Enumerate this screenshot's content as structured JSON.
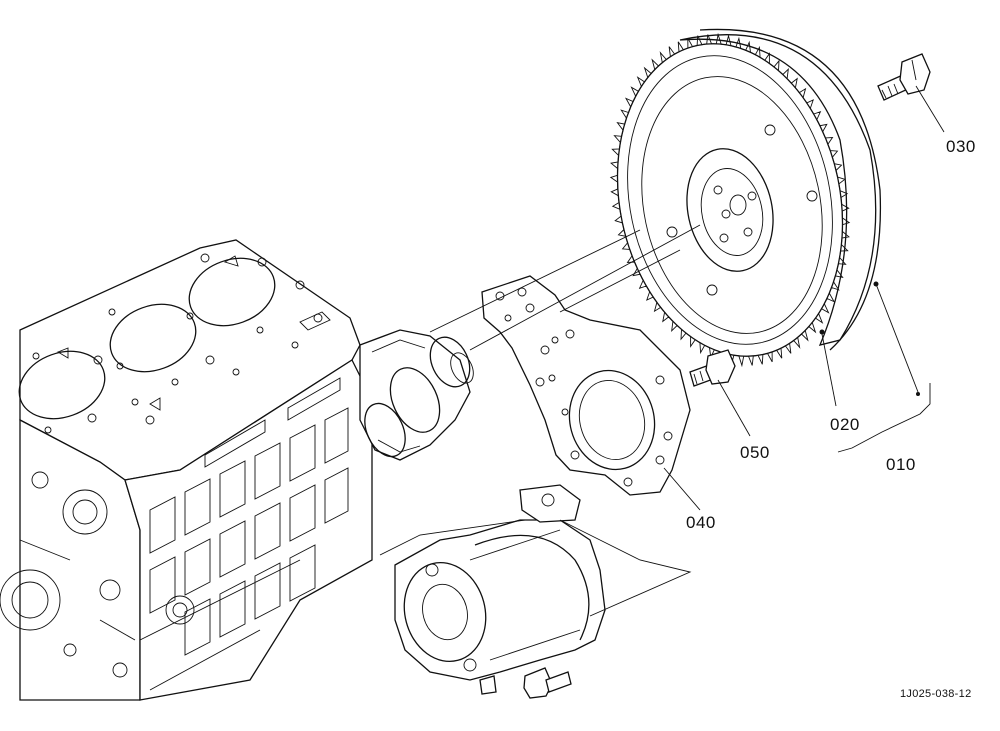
{
  "callouts": [
    {
      "id": "010",
      "label": "010",
      "part": "flywheel-assembly"
    },
    {
      "id": "020",
      "label": "020",
      "part": "ring-gear"
    },
    {
      "id": "030",
      "label": "030",
      "part": "flywheel-bolt"
    },
    {
      "id": "040",
      "label": "040",
      "part": "adapter-plate"
    },
    {
      "id": "050",
      "label": "050",
      "part": "plate-bolt"
    }
  ],
  "reference_code": "1J025-038-12"
}
